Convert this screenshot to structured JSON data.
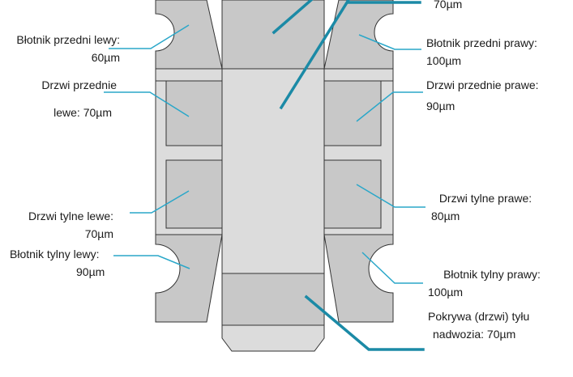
{
  "colors": {
    "panel": "#c8c8c8",
    "panel_light": "#dcdcdc",
    "stroke": "#333333",
    "leader_thin": "#2aa7c9",
    "leader_thick": "#1b8aa6"
  },
  "labels": {
    "roof_value": "70µm",
    "front_fender_left": {
      "line1": "Błotnik przedni lewy:",
      "line2": "60µm"
    },
    "front_fender_right": {
      "line1": "Błotnik przedni prawy:",
      "line2": "100µm"
    },
    "front_door_left": {
      "line1": "Drzwi przednie",
      "line2": "lewe: 70µm"
    },
    "front_door_right": {
      "line1": "Drzwi przednie prawe:",
      "line2": "90µm"
    },
    "rear_door_left": {
      "line1": "Drzwi tylne lewe:",
      "line2": "70µm"
    },
    "rear_door_right": {
      "line1": "Drzwi tylne prawe:",
      "line2": "80µm"
    },
    "rear_fender_left": {
      "line1": "Błotnik tylny lewy:",
      "line2": "90µm"
    },
    "rear_fender_right": {
      "line1": "Błotnik tylny prawy:",
      "line2": "100µm"
    },
    "tailgate": {
      "line1": "Pokrywa (drzwi) tyłu",
      "line2": "nadwozia: 70µm"
    }
  }
}
